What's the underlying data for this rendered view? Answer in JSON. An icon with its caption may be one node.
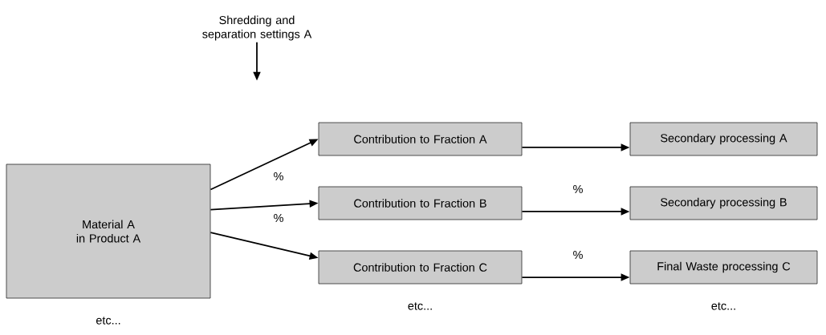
{
  "diagram": {
    "nodes": [
      {
        "text": [
          "Material A in Product A"
        ],
        "beside": [
          "etc..."
        ]
      },
      {
        "text": [
          "Contribution to Fraction A"
        ]
      },
      {
        "text": [
          "Contribution to Fraction B"
        ]
      },
      {
        "text": [
          "Contribution to Fraction C"
        ],
        "beside": [
          "etc..."
        ]
      },
      {
        "text": [
          "Secondary processing A"
        ]
      },
      {
        "text": [
          "Secondary processing B"
        ]
      },
      {
        "text": [
          "Final Waste processing C"
        ],
        "beside": [
          "etc..."
        ]
      },
      {
        "text": [
          "Shredding and separation settings A"
        ]
      }
    ],
    "edges": [
      {
        "from": 0,
        "to": 1,
        "arrow": "to"
      },
      {
        "from": 0,
        "to": 2,
        "arrow": "to"
      },
      {
        "from": 0,
        "to": 3,
        "arrow": "to"
      },
      {
        "from": 1,
        "to": 4,
        "arrow": "to"
      },
      {
        "from": 2,
        "to": 5,
        "arrow": "to"
      },
      {
        "from": 3,
        "to": 6,
        "arrow": "to"
      },
      {
        "from": 7,
        "to": null,
        "arrow": "to"
      }
    ],
    "labels": [
      "%",
      "%",
      "%",
      "%"
    ]
  }
}
